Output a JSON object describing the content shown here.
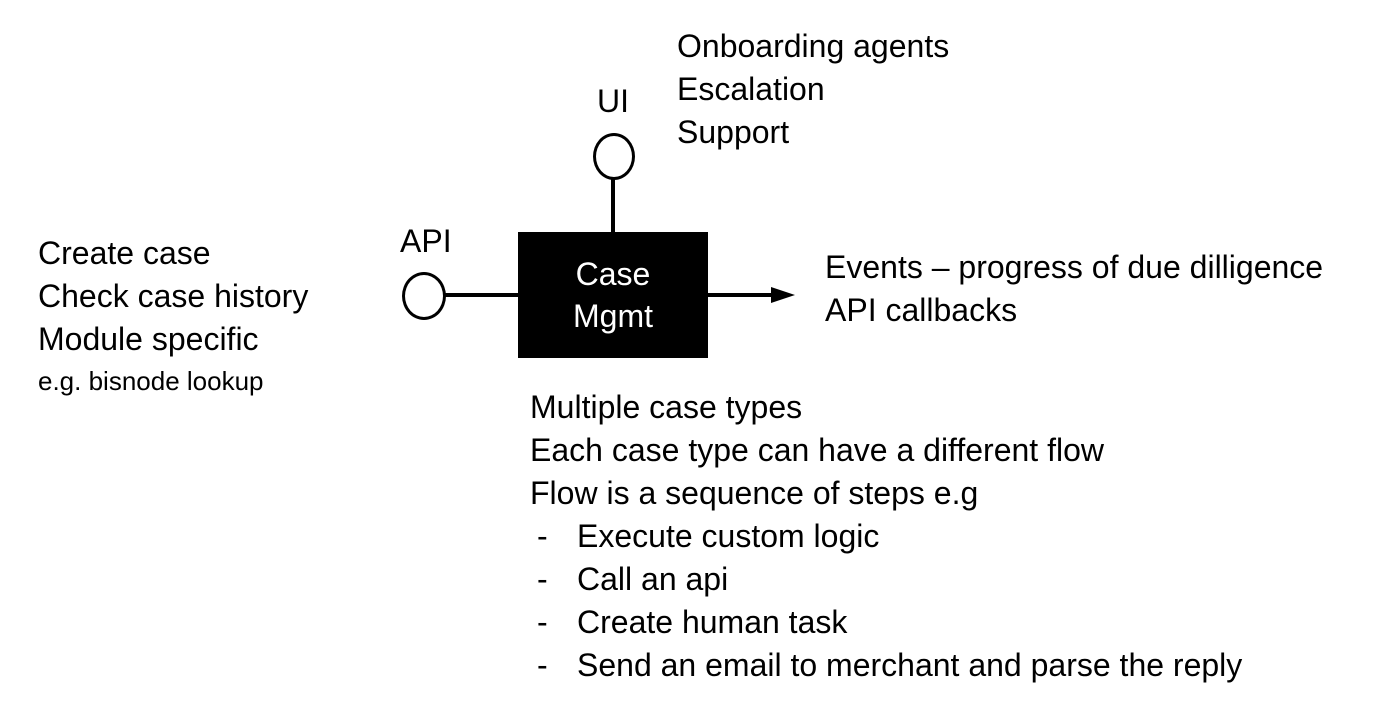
{
  "canvas": {
    "background": "#ffffff",
    "text_color": "#000000"
  },
  "diagram": {
    "node": {
      "bg": "#000000",
      "text_color": "#ffffff",
      "title_lines": [
        "Case",
        "Mgmt"
      ]
    },
    "connectors": {
      "api": {
        "label": "API"
      },
      "ui": {
        "label": "UI"
      }
    },
    "annotations": {
      "api_side": {
        "lines": [
          "Create case",
          "Check case history",
          "Module specific"
        ],
        "note": "e.g. bisnode lookup"
      },
      "ui_side": {
        "lines": [
          "Onboarding agents",
          "Escalation",
          "Support"
        ]
      },
      "events_side": {
        "lines": [
          "Events – progress of due dilligence",
          "API callbacks"
        ]
      },
      "bottom": {
        "lines": [
          "Multiple case types",
          "Each case type can have a different flow",
          "Flow is a sequence of steps e.g"
        ],
        "bullet_marker": "-",
        "bullets": [
          "Execute custom logic",
          "Call an api",
          "Create human task",
          "Send an email to merchant and parse the reply"
        ]
      }
    }
  }
}
